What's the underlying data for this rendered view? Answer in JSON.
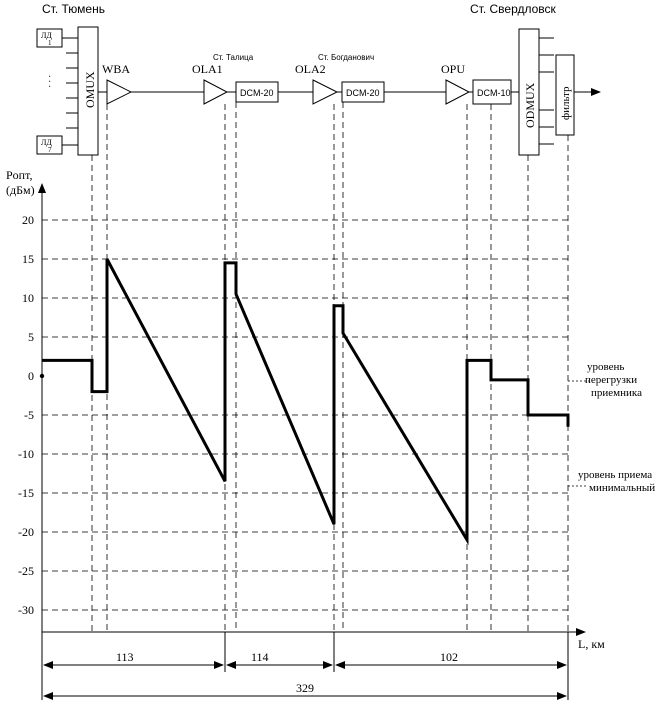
{
  "stations": {
    "start": "Ст. Тюмень",
    "end": "Ст. Свердловск",
    "talitsa": "Ст. Талица",
    "bogdanovich": "Ст. Богданович"
  },
  "blocks": {
    "ld_top_label": "ЛД",
    "ld_top_num": "1",
    "ld_bottom_label": "ЛД",
    "ld_bottom_num": "7",
    "ld_dots": ". . .",
    "omux": "OMUX",
    "wba": "WBA",
    "ola1": "OLA1",
    "ola2": "OLA2",
    "opu": "OPU",
    "dcm1": "DCM-20",
    "dcm2": "DCM-20",
    "dcm3": "DCM-10",
    "odmux": "ODMUX",
    "filter": "фильтр"
  },
  "axis": {
    "ylabel_line1": "Pопт,",
    "ylabel_line2": "(дБм)",
    "xlabel": "L, км",
    "yticks": [
      "20",
      "15",
      "10",
      "5",
      "0",
      "-5",
      "-10",
      "-15",
      "-20",
      "-25",
      "-30"
    ]
  },
  "annotations": {
    "overload_1": "уровень",
    "overload_2": "перегрузки",
    "overload_3": "приемника",
    "min_1": "уровень приема",
    "min_2": "минимальный"
  },
  "distances": {
    "seg1": "113",
    "seg2": "114",
    "seg3": "102",
    "total": "329"
  },
  "chart_data": {
    "type": "line",
    "ylim": [
      -30,
      20
    ],
    "yticks": [
      20,
      15,
      10,
      5,
      0,
      -5,
      -10,
      -15,
      -20,
      -25,
      -30
    ],
    "ylabel": "Pопт, (дБм)",
    "xlabel": "L, км",
    "levels": [
      2,
      2,
      -2,
      -2,
      15,
      -13.5,
      14.5,
      14.5,
      10.5,
      -19,
      9,
      9,
      5.5,
      -21,
      2,
      2,
      -0.5,
      -0.5,
      -5,
      -5,
      -6.5
    ]
  }
}
